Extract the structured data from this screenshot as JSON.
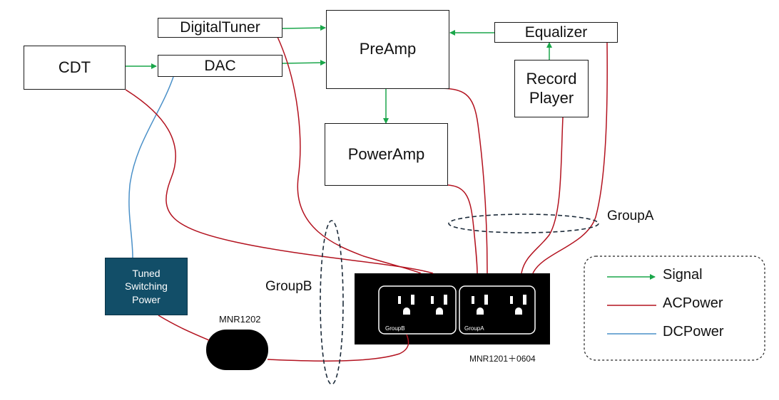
{
  "devices": {
    "cdt": "CDT",
    "dac": "DAC",
    "digital_tuner": "DigitalTuner",
    "preamp": "PreAmp",
    "poweramp": "PowerAmp",
    "equalizer": "Equalizer",
    "record_player_line1": "Record",
    "record_player_line2": "Player",
    "tuned_switching_power_line1": "Tuned",
    "tuned_switching_power_line2": "Switching",
    "tuned_switching_power_line3": "Power"
  },
  "labels": {
    "mnr1202": "MNR1202",
    "mnr1201": "MNR1201＋0604",
    "group_a": "GroupA",
    "group_b": "GroupB",
    "outlet_group_a": "GroupA",
    "outlet_group_b": "GroupB"
  },
  "legend": {
    "signal": "Signal",
    "ac_power": "ACPower",
    "dc_power": "DCPower"
  },
  "colors": {
    "signal": "#1aa64a",
    "ac_power": "#b3121f",
    "dc_power": "#4a90c8",
    "tuned_switching_power_fill": "#124e68",
    "strip_fill": "#000000"
  }
}
